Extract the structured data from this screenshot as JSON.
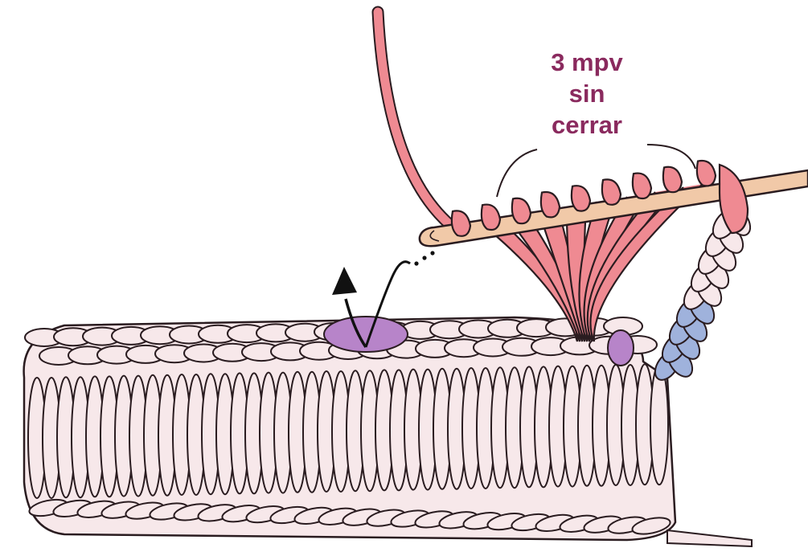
{
  "callout": {
    "lines": [
      "3 mpv",
      "sin",
      "cerrar"
    ]
  },
  "colors": {
    "label": "#8a2a5e",
    "fabric_fill": "#f7e8ea",
    "stitch_outline": "#2a1c20",
    "yarn_pink": "#ef8a92",
    "yarn_pink_dark": "#c85a66",
    "highlight_purple": "#b784c9",
    "chain_blue": "#9fb2dc",
    "hook": "#f1c9a8"
  },
  "icons": {
    "direction_arrow": "arrow-up-icon"
  }
}
